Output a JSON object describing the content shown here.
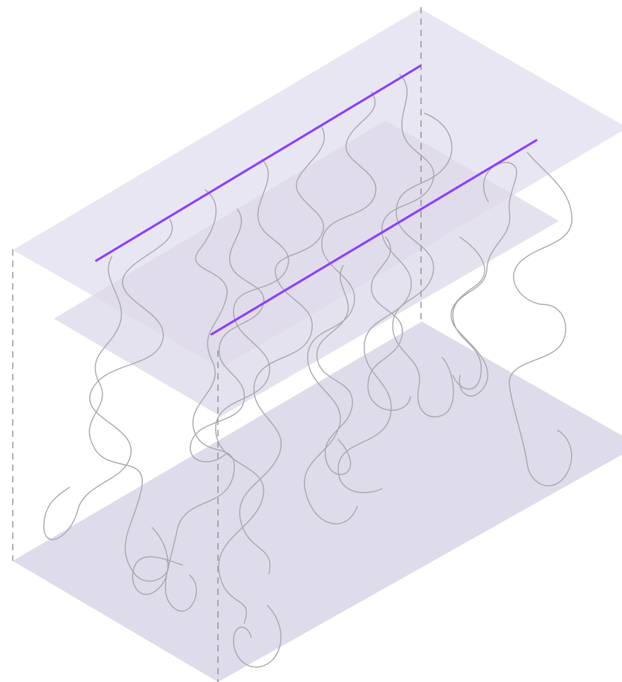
{
  "colors": {
    "background": "#ffffff",
    "plane_top": "#e9e6f3",
    "plane_middle": "#dcd8ea",
    "plane_bottom": "#dedbeb",
    "chain": "#a9a9ad",
    "rod": "#8a3ffc",
    "guide": "#8c8c8c"
  },
  "diagram": {
    "planes": [
      "top-plane",
      "middle-plane",
      "bottom-plane"
    ],
    "rods": [
      "upper-rod",
      "lower-rod"
    ],
    "chain_count": 16,
    "guide_lines": 3
  }
}
